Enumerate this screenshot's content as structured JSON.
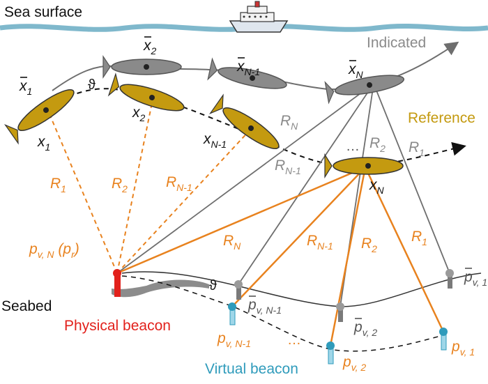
{
  "labels": {
    "sea_surface": "Sea surface",
    "seabed": "Seabed",
    "physical_beacon": "Physical beacon",
    "virtual_beacon": "Virtual beacon",
    "indicated": "Indicated",
    "reference": "Reference",
    "angle": "ϑ",
    "ellipsis": "…"
  },
  "indicated_positions": [
    {
      "sym": "x",
      "sub": "1"
    },
    {
      "sym": "x",
      "sub": "2"
    },
    {
      "sym": "x",
      "sub": "N-1"
    },
    {
      "sym": "x",
      "sub": "N"
    }
  ],
  "reference_positions": [
    {
      "sym": "x",
      "sub": "1"
    },
    {
      "sym": "x",
      "sub": "2"
    },
    {
      "sym": "x",
      "sub": "N-1"
    },
    {
      "sym": "x",
      "sub": "N"
    }
  ],
  "ranges_physical": [
    {
      "sym": "R",
      "sub": "1"
    },
    {
      "sym": "R",
      "sub": "2"
    },
    {
      "sym": "R",
      "sub": "N-1"
    }
  ],
  "ranges_indicated": [
    {
      "sym": "R",
      "sub": "N"
    },
    {
      "sym": "R",
      "sub": "N-1"
    },
    {
      "sym": "R",
      "sub": "2"
    },
    {
      "sym": "R",
      "sub": "1"
    }
  ],
  "ranges_reference": [
    {
      "sym": "R",
      "sub": "N"
    },
    {
      "sym": "R",
      "sub": "N-1"
    },
    {
      "sym": "R",
      "sub": "2"
    },
    {
      "sym": "R",
      "sub": "1"
    }
  ],
  "physical_beacon_label": {
    "sym": "p",
    "sub": "v, N",
    "suffix": " (p",
    "suffix_sub": "r",
    "close": ")"
  },
  "indicated_beacons": [
    {
      "sym": "p",
      "sub": "v, N-1"
    },
    {
      "sym": "p",
      "sub": "v, 2"
    },
    {
      "sym": "p",
      "sub": "v, 1"
    }
  ],
  "virtual_beacons": [
    {
      "sym": "p",
      "sub": "v, N-1"
    },
    {
      "sym": "p",
      "sub": "v, 2"
    },
    {
      "sym": "p",
      "sub": "v, 1"
    }
  ],
  "colors": {
    "sea": "#7fb8cc",
    "indicated_auv": "#8a8a8a",
    "reference_auv": "#c49a10",
    "orange": "#e8821e",
    "gray_line": "#6e6e6e",
    "red": "#e2211c",
    "cyan": "#2f9bbb",
    "seabed": "#8c8c8c"
  }
}
